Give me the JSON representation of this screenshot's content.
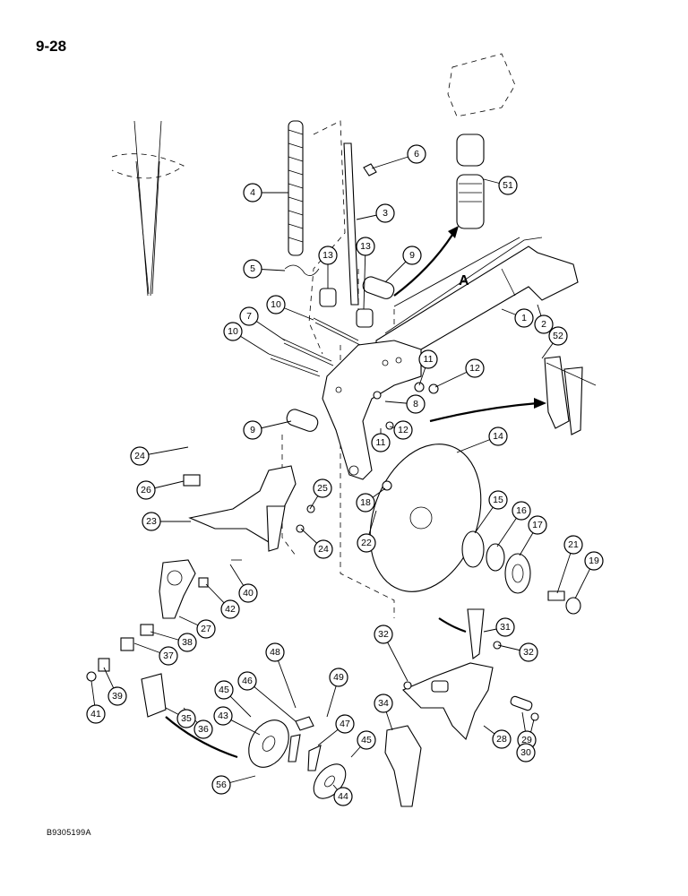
{
  "page": {
    "number": "9-28",
    "figure_code": "B9305199A"
  },
  "view_label": "A",
  "callouts": [
    {
      "n": "1"
    },
    {
      "n": "2"
    },
    {
      "n": "3"
    },
    {
      "n": "4"
    },
    {
      "n": "5"
    },
    {
      "n": "6"
    },
    {
      "n": "7"
    },
    {
      "n": "8"
    },
    {
      "n": "9"
    },
    {
      "n": "9"
    },
    {
      "n": "10"
    },
    {
      "n": "10"
    },
    {
      "n": "11"
    },
    {
      "n": "11"
    },
    {
      "n": "12"
    },
    {
      "n": "12"
    },
    {
      "n": "13"
    },
    {
      "n": "13"
    },
    {
      "n": "14"
    },
    {
      "n": "15"
    },
    {
      "n": "16"
    },
    {
      "n": "17"
    },
    {
      "n": "18"
    },
    {
      "n": "19"
    },
    {
      "n": "21"
    },
    {
      "n": "22"
    },
    {
      "n": "23"
    },
    {
      "n": "24"
    },
    {
      "n": "24"
    },
    {
      "n": "25"
    },
    {
      "n": "26"
    },
    {
      "n": "27"
    },
    {
      "n": "28"
    },
    {
      "n": "29"
    },
    {
      "n": "30"
    },
    {
      "n": "31"
    },
    {
      "n": "32"
    },
    {
      "n": "32"
    },
    {
      "n": "34"
    },
    {
      "n": "35"
    },
    {
      "n": "36"
    },
    {
      "n": "37"
    },
    {
      "n": "38"
    },
    {
      "n": "39"
    },
    {
      "n": "40"
    },
    {
      "n": "41"
    },
    {
      "n": "42"
    },
    {
      "n": "43"
    },
    {
      "n": "44"
    },
    {
      "n": "45"
    },
    {
      "n": "45"
    },
    {
      "n": "46"
    },
    {
      "n": "47"
    },
    {
      "n": "48"
    },
    {
      "n": "49"
    },
    {
      "n": "51"
    },
    {
      "n": "52"
    },
    {
      "n": "56"
    }
  ]
}
